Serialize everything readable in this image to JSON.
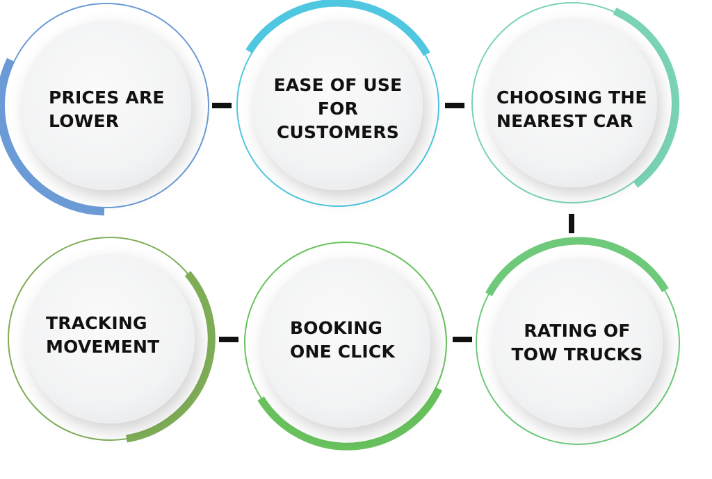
{
  "nodes": [
    {
      "id": "prices-are-lower",
      "lines": [
        "PRICES ARE",
        "LOWER"
      ],
      "accent_color": "#6b9bd6",
      "align": "left"
    },
    {
      "id": "ease-of-use",
      "lines": [
        "EASE OF USE",
        "FOR",
        "CUSTOMERS"
      ],
      "accent_color": "#4fc7e0",
      "align": "center"
    },
    {
      "id": "choosing-nearest-car",
      "lines": [
        "CHOOSING THE",
        "NEAREST CAR"
      ],
      "accent_color": "#79d3b4",
      "align": "left"
    },
    {
      "id": "rating-tow-trucks",
      "lines": [
        "RATING OF",
        "TOW TRUCKS"
      ],
      "accent_color": "#6ec97a",
      "align": "center"
    },
    {
      "id": "booking-one-click",
      "lines": [
        "BOOKING",
        "ONE CLICK"
      ],
      "accent_color": "#68c25c",
      "align": "left"
    },
    {
      "id": "tracking-movement",
      "lines": [
        "TRACKING",
        "MOVEMENT"
      ],
      "accent_color": "#7fad57",
      "align": "left"
    }
  ],
  "colors": {
    "connector": "#111111",
    "text": "#111111",
    "disc_fill": "#f4f5f6"
  }
}
